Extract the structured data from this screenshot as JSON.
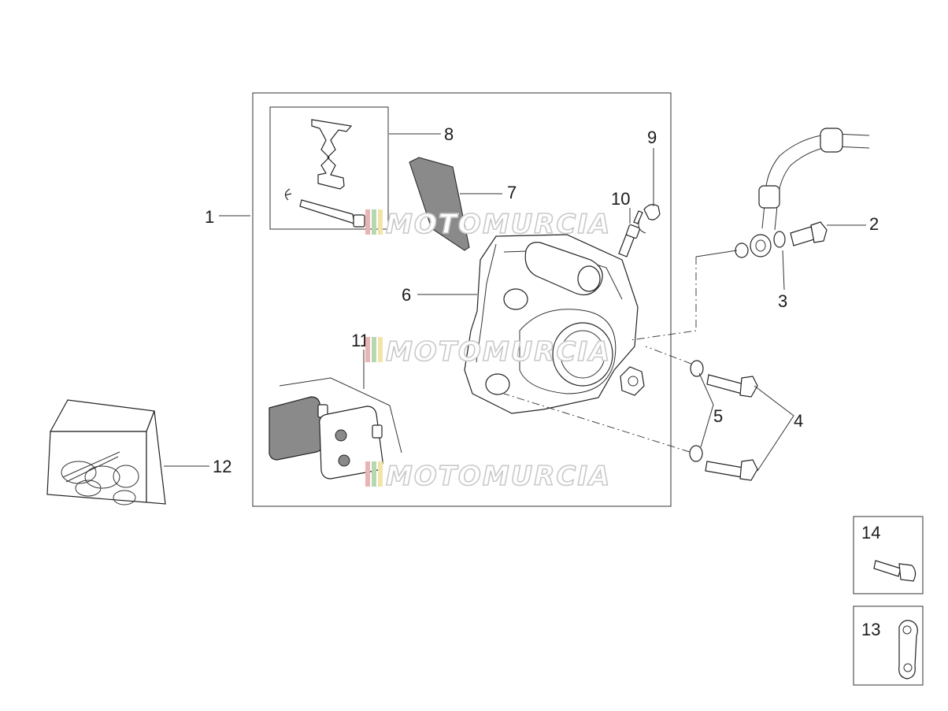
{
  "callouts": {
    "c1": "1",
    "c2": "2",
    "c3": "3",
    "c4": "4",
    "c5a": "5",
    "c5b": "5",
    "c6": "6",
    "c7": "7",
    "c8": "8",
    "c9": "9",
    "c10": "10",
    "c11": "11",
    "c12": "12",
    "c13": "13",
    "c14": "14"
  },
  "watermark": "MOTOMURCIA",
  "colors": {
    "line": "#333333",
    "pad_fill": "#8a8a8a",
    "wm_stripe_1": "#e8b4b4",
    "wm_stripe_2": "#b7d7b0",
    "wm_stripe_3": "#f2e3a6"
  }
}
